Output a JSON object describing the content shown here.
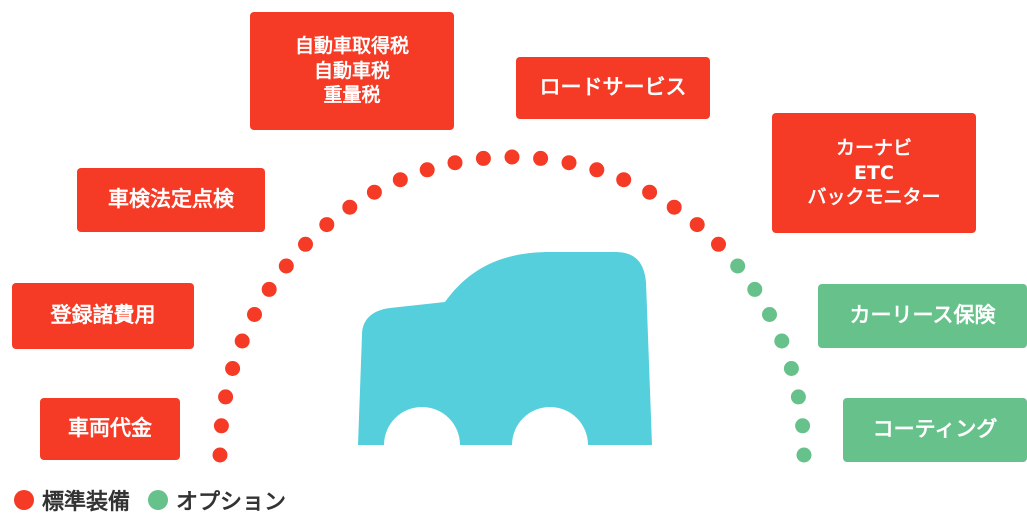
{
  "colors": {
    "standard": "#f53a25",
    "option": "#66c28a",
    "car": "#56cfdc"
  },
  "standard_items": [
    {
      "lines": [
        "自動車取得税",
        "自動車税",
        "重量税"
      ]
    },
    {
      "lines": [
        "ロードサービス"
      ]
    },
    {
      "lines": [
        "カーナビ",
        "ETC",
        "バックモニター"
      ]
    },
    {
      "lines": [
        "車検法定点検"
      ]
    },
    {
      "lines": [
        "登録諸費用"
      ]
    },
    {
      "lines": [
        "車両代金"
      ]
    }
  ],
  "option_items": [
    {
      "label": "カーリース保険"
    },
    {
      "label": "コーティング"
    }
  ],
  "legend": {
    "standard_label": "標準装備",
    "option_label": "オプション"
  },
  "car_icon": "car-icon"
}
